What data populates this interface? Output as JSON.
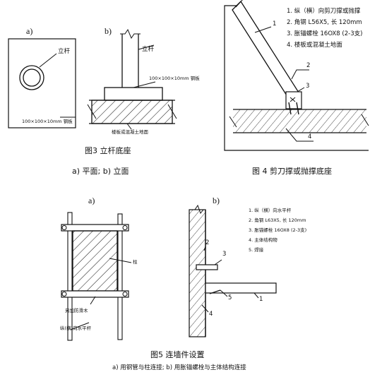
{
  "fig3": {
    "panel_a": "a)",
    "panel_b": "b)",
    "pole_label_a": "立杆",
    "plate_label_a": "100×100×10mm 钢板",
    "pole_label_b": "立杆",
    "plate_label_b": "100×100×10mm 钢板",
    "floor_label": "楼板或混凝土地面",
    "caption": "图3 立杆底座",
    "subcaption": "a) 平面; b) 立面"
  },
  "fig4": {
    "notes": [
      "1. 纵（横）向剪刀撑或抛撑",
      "2. 角钢 L56X5, 长 120mm",
      "3. 胀锚螺栓 16OX8 (2-3支)",
      "4. 楼板或混凝土地面"
    ],
    "markers": [
      "1",
      "2",
      "3",
      "4"
    ],
    "caption": "图 4   剪刀撑或抛撑底座"
  },
  "fig5": {
    "panel_a": "a)",
    "panel_b": "b)",
    "column_label": "柱",
    "pad_label": "另加防滑木",
    "tube_label": "纵(横)向水平杆",
    "notes": [
      "1. 纵（横）向水平杆",
      "2. 角钢 L63X5, 长 120mm",
      "3. 胀锚螺栓 16OX8 (2-3支)",
      "4. 主体结构物",
      "5. 焊接"
    ],
    "markers": [
      "2",
      "3",
      "5",
      "1",
      "4"
    ],
    "caption": "图5  连墙件设置",
    "subcaption": "a) 用钢管与柱连接; b) 用胀锚螺栓与主体结构连接"
  }
}
